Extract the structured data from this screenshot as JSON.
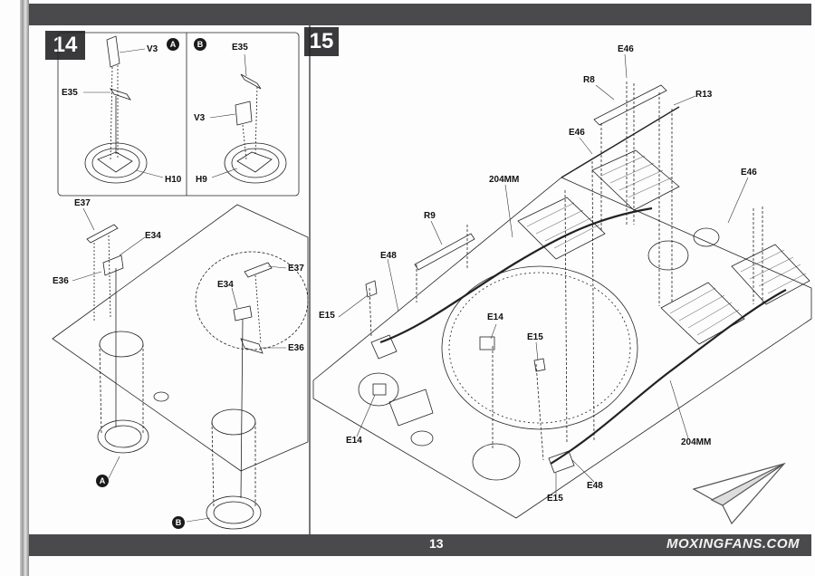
{
  "steps": {
    "step14": "14",
    "step15": "15"
  },
  "step14": {
    "inset_a": {
      "marker": "A",
      "labels": {
        "v3": "V3",
        "e35": "E35",
        "h10": "H10"
      }
    },
    "inset_b": {
      "marker": "B",
      "labels": {
        "e35": "E35",
        "v3": "V3",
        "h9": "H9"
      }
    },
    "main": {
      "labels": {
        "e37_left": "E37",
        "e34_left": "E34",
        "e36_left": "E36",
        "e34_right": "E34",
        "e37_right": "E37",
        "e36_right": "E36"
      },
      "marker_a": "A",
      "marker_b": "B"
    }
  },
  "step15": {
    "labels": {
      "e46_top": "E46",
      "r8": "R8",
      "r13": "R13",
      "e46_mid": "E46",
      "e46_right": "E46",
      "mm204_top": "204MM",
      "r9": "R9",
      "e48_left": "E48",
      "e15_left": "E15",
      "e14_center": "E14",
      "e15_center": "E15",
      "e14_left": "E14",
      "mm204_bottom": "204MM",
      "e48_bottom": "E48",
      "e15_bottom": "E15"
    }
  },
  "footer": {
    "page_number": "13",
    "brand": "MOXINGFANS.COM"
  },
  "icons": {
    "brand_logo": "paper-plane-icon"
  },
  "colors": {
    "band": "#4a4a4c",
    "step_box": "#3a3a3c",
    "marker": "#1a1a1a"
  }
}
